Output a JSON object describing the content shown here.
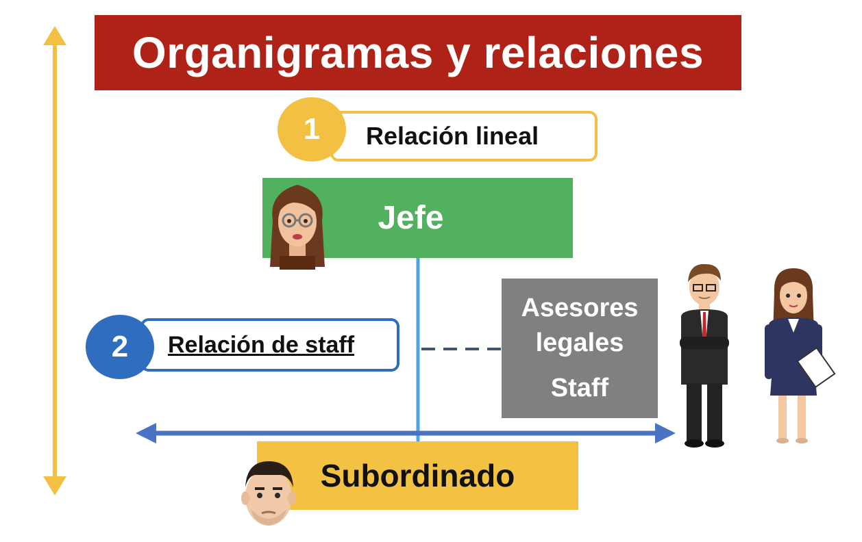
{
  "title": "Organigramas y relaciones",
  "lineal": {
    "number": "1",
    "label": "Relación lineal"
  },
  "staff_relation": {
    "number": "2",
    "label": "Relación de staff"
  },
  "boss": {
    "label": "Jefe"
  },
  "staff_box": {
    "line1": "Asesores",
    "line2": "legales",
    "line3": "Staff"
  },
  "subordinate": {
    "label": "Subordinado"
  },
  "icons": {
    "boss_avatar": "woman-glasses-avatar-icon",
    "subordinate_avatar": "man-avatar-icon",
    "advisor_man": "businessman-icon",
    "advisor_woman": "businesswoman-icon"
  },
  "colors": {
    "title_bg": "#AE2217",
    "yellow": "#F2C144",
    "blue": "#2F6DBF",
    "green": "#52B15E",
    "gray": "#808080",
    "sub_bg": "#F4C242",
    "light_blue_line": "#4FA3E0",
    "arrow_blue": "#4A73C4",
    "dash": "#44546A"
  }
}
